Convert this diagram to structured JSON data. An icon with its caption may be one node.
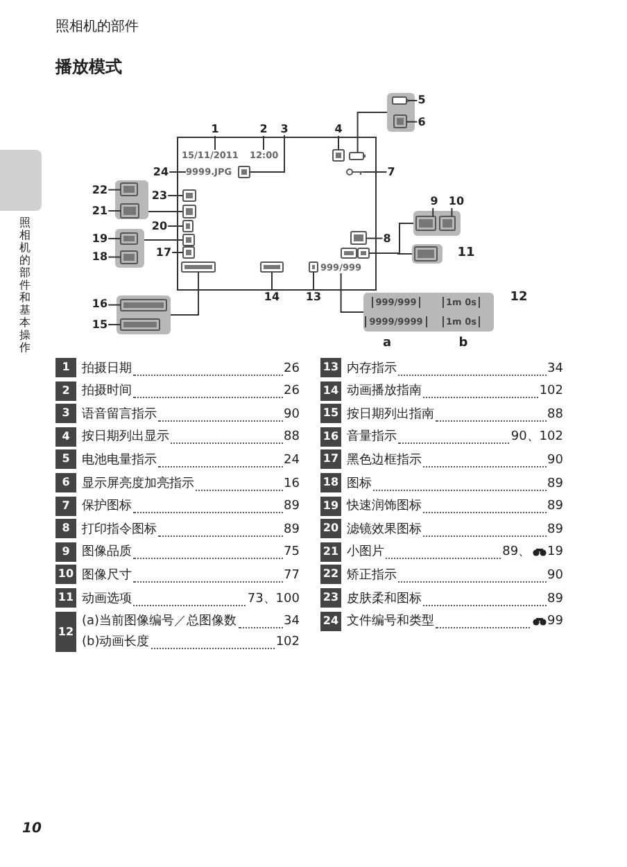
{
  "diagram": {
    "title": "播放模式",
    "nodes": [
      {
        "text": [
          "1"
        ]
      },
      {
        "text": [
          "2"
        ]
      },
      {
        "text": [
          "3"
        ]
      },
      {
        "text": [
          "4"
        ]
      },
      {
        "text": [
          "5"
        ]
      },
      {
        "text": [
          "6"
        ]
      },
      {
        "text": [
          "7"
        ]
      },
      {
        "text": [
          "8"
        ]
      },
      {
        "text": [
          "9"
        ]
      },
      {
        "text": [
          "10"
        ]
      },
      {
        "text": [
          "13"
        ]
      },
      {
        "text": [
          "14"
        ]
      },
      {
        "text": [
          "15"
        ]
      },
      {
        "text": [
          "16"
        ]
      },
      {
        "text": [
          "17"
        ]
      },
      {
        "text": [
          "18"
        ]
      },
      {
        "text": [
          "19"
        ]
      },
      {
        "text": [
          "20"
        ]
      },
      {
        "text": [
          "21"
        ]
      },
      {
        "text": [
          "22"
        ]
      },
      {
        "text": [
          "23"
        ]
      },
      {
        "text": [
          "24"
        ]
      },
      {
        "text": [
          "15/11/2011"
        ]
      },
      {
        "text": [
          "12:00"
        ]
      },
      {
        "text": [
          "9999.JPG"
        ]
      },
      {
        "text": [
          "999/999"
        ]
      },
      {
        "text": [
          "999/999",
          "1m 0s",
          "9999/9999",
          "1m 0s"
        ]
      },
      {
        "text": [],
        "shape": "box"
      },
      {
        "text": [],
        "shape": "box"
      },
      {
        "text": [],
        "shape": "box"
      },
      {
        "text": [],
        "shape": "key"
      },
      {
        "text": [],
        "shape": "box"
      },
      {
        "text": [],
        "shape": "box"
      },
      {
        "text": [],
        "shape": "box"
      },
      {
        "text": [],
        "shape": "box"
      },
      {
        "text": [],
        "shape": "box"
      },
      {
        "text": [],
        "shape": "box"
      },
      {
        "text": [],
        "shape": "box"
      },
      {
        "text": [],
        "shape": "box"
      },
      {
        "text": [],
        "shape": "box"
      },
      {
        "text": [],
        "shape": "box"
      },
      {
        "text": [],
        "shape": "box"
      },
      {
        "text": [],
        "shape": "box",
        "in": 41
      },
      {
        "text": [],
        "shape": "box",
        "in": 41
      },
      {
        "text": [],
        "shape": "box"
      },
      {
        "text": [],
        "shape": "box",
        "in": 44
      },
      {
        "text": [],
        "shape": "box",
        "in": 44
      },
      {
        "text": [],
        "shape": "box"
      },
      {
        "text": [],
        "shape": "box"
      },
      {
        "text": [],
        "shape": "box",
        "in": 48
      },
      {
        "text": [],
        "shape": "box",
        "in": 48
      },
      {
        "text": [],
        "shape": "box"
      },
      {
        "text": [],
        "shape": "box",
        "in": 51
      },
      {
        "text": [],
        "shape": "box",
        "in": 51
      },
      {
        "text": [],
        "shape": "box"
      },
      {
        "text": [],
        "shape": "box",
        "in": 54
      },
      {
        "text": [],
        "shape": "box",
        "in": 54
      }
    ],
    "edges": [
      {
        "from": 0,
        "to": 22,
        "arrow": "none"
      },
      {
        "from": 1,
        "to": 23,
        "arrow": "none"
      },
      {
        "from": 2,
        "to": 27,
        "arrow": "none"
      },
      {
        "from": 3,
        "to": 28,
        "arrow": "none"
      },
      {
        "from": 4,
        "to": 42,
        "arrow": "none"
      },
      {
        "from": 5,
        "to": 43,
        "arrow": "none"
      },
      {
        "from": 6,
        "to": 30,
        "arrow": "none"
      },
      {
        "from": 7,
        "to": 31,
        "arrow": "none"
      },
      {
        "from": 8,
        "to": 45,
        "arrow": "none"
      },
      {
        "from": 9,
        "to": 46,
        "arrow": "none"
      },
      {
        "from": 10,
        "to": 35,
        "arrow": "none"
      },
      {
        "from": 11,
        "to": 34,
        "arrow": "none"
      },
      {
        "from": 12,
        "to": 50,
        "arrow": "none"
      },
      {
        "from": 13,
        "to": 49,
        "arrow": "none"
      },
      {
        "from": 14,
        "to": 36,
        "arrow": "none"
      },
      {
        "from": 15,
        "to": 53,
        "arrow": "none"
      },
      {
        "from": 16,
        "to": 52,
        "arrow": "none"
      },
      {
        "from": 17,
        "to": 38,
        "arrow": "none"
      },
      {
        "from": 18,
        "to": 56,
        "arrow": "none"
      },
      {
        "from": 19,
        "to": 55,
        "arrow": "none"
      },
      {
        "from": 20,
        "to": 40,
        "arrow": "none"
      },
      {
        "from": 21,
        "to": 24,
        "arrow": "none"
      },
      {
        "from": 25,
        "to": 26,
        "arrow": "none"
      },
      {
        "from": 29,
        "to": 41,
        "arrow": "none"
      },
      {
        "from": 32,
        "to": 44,
        "arrow": "none"
      },
      {
        "from": 32,
        "to": 47,
        "arrow": "none"
      },
      {
        "from": 33,
        "to": 48,
        "arrow": "none"
      },
      {
        "from": 37,
        "to": 51,
        "arrow": "none"
      },
      {
        "from": 39,
        "to": 54,
        "arrow": "none"
      }
    ],
    "labels": [
      "照相机的部件",
      "照相机的部件和基本操作",
      "11",
      "12",
      "a",
      "b",
      "1",
      "拍摄日期",
      "26",
      "13",
      "内存指示",
      "34",
      "2",
      "拍摄时间",
      "26",
      "14",
      "动画播放指南",
      "102",
      "3",
      "语音留言指示",
      "90",
      "15",
      "按日期列出指南",
      "88",
      "4",
      "按日期列出显示",
      "88",
      "16",
      "音量指示",
      "90、102",
      "5",
      "电池电量指示",
      "24",
      "17",
      "黑色边框指示",
      "90",
      "6",
      "显示屏亮度加亮指示",
      "16",
      "18",
      "图标",
      "89",
      "7",
      "保护图标",
      "89",
      "19",
      "快速润饰图标",
      "89",
      "8",
      "打印指令图标",
      "89",
      "20",
      "滤镜效果图标",
      "89",
      "9",
      "图像品质",
      "75",
      "21",
      "小图片",
      "89、",
      "19",
      "10",
      "图像尺寸",
      "77",
      "22",
      "矫正指示",
      "90",
      "11",
      "动画选项",
      "73、100",
      "23",
      "皮肤柔和图标",
      "89",
      "12",
      "(a)当前图像编号／总图像数",
      "34",
      "(b)动画长度",
      "102",
      "24",
      "文件编号和类型",
      "99",
      "10"
    ]
  }
}
